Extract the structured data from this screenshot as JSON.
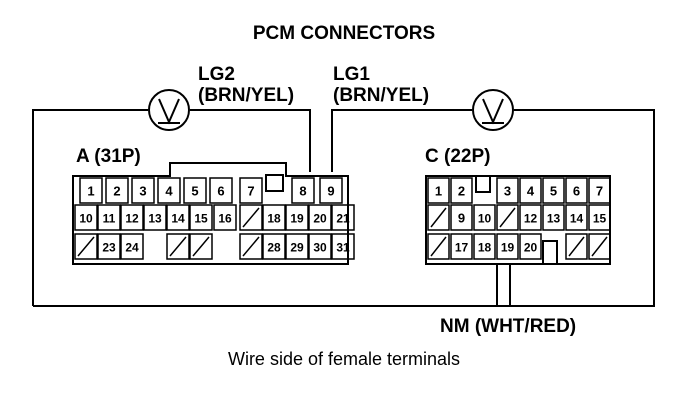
{
  "title": "PCM CONNECTORS",
  "caption": "Wire side of female terminals",
  "colors": {
    "ink": "#000000",
    "background": "#ffffff"
  },
  "connectors": [
    {
      "name": "A (31P)",
      "rows": [
        [
          "1",
          "2",
          "3",
          "4",
          "5",
          "6",
          "7",
          "",
          "8",
          "9"
        ],
        [
          "10",
          "11",
          "12",
          "13",
          "14",
          "15",
          "16",
          "/",
          "18",
          "19",
          "20",
          "21"
        ],
        [
          "/",
          "23",
          "24",
          "",
          "/",
          "/",
          "",
          "/",
          "28",
          "29",
          "30",
          "31"
        ]
      ]
    },
    {
      "name": "C (22P)",
      "rows": [
        [
          "1",
          "2",
          "",
          "3",
          "4",
          "5",
          "6",
          "7"
        ],
        [
          "/",
          "9",
          "10",
          "/",
          "12",
          "13",
          "14",
          "15"
        ],
        [
          "/",
          "17",
          "18",
          "19",
          "20",
          "",
          "/",
          "/"
        ]
      ]
    }
  ],
  "wires": [
    {
      "id": "LG2",
      "code": "LG2",
      "color": "(BRN/YEL)",
      "meter": "voltmeter-icon"
    },
    {
      "id": "LG1",
      "code": "LG1",
      "color": "(BRN/YEL)",
      "meter": "voltmeter-icon"
    },
    {
      "id": "NM",
      "label": "NM (WHT/RED)"
    }
  ]
}
